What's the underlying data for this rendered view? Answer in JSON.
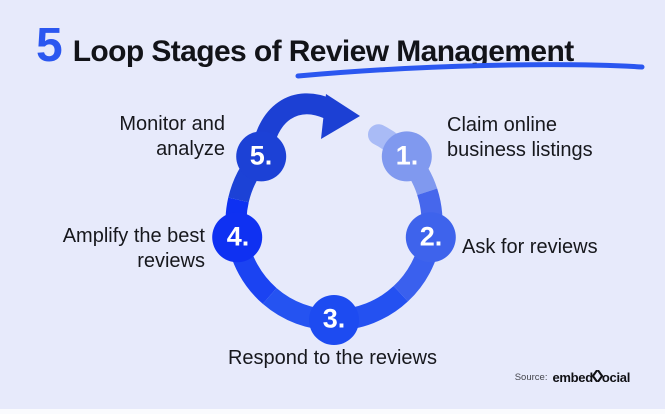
{
  "title": {
    "number": "5",
    "text": "Loop Stages of Review Management"
  },
  "colors": {
    "background": "#E7EAFB",
    "title_accent": "#2B57F0",
    "underline": "#2B57F0",
    "label_text": "#17181D",
    "stage_number_text": "#FFFFFF"
  },
  "loop": {
    "tail_stub_color": "#A9BBF6",
    "arrow_color": "#1C40D4",
    "segments": [
      {
        "name": "tail-stub",
        "color": "#A9BBF6"
      },
      {
        "name": "seg-1-to-2-upper",
        "color": "#8099EF"
      },
      {
        "name": "seg-1-to-2-lower",
        "color": "#4667EC"
      },
      {
        "name": "seg-2-to-3-upper",
        "color": "#3A60EE"
      },
      {
        "name": "seg-2-to-3-lower",
        "color": "#2451F1"
      },
      {
        "name": "seg-3-to-4-lower",
        "color": "#2553F1"
      },
      {
        "name": "seg-3-to-4-upper",
        "color": "#1B43F2"
      },
      {
        "name": "seg-4-to-5-lower",
        "color": "#0E31F2"
      },
      {
        "name": "seg-4-to-5-upper",
        "color": "#1C42D6"
      }
    ]
  },
  "stages": [
    {
      "number": "1.",
      "label": "Claim online\nbusiness listings",
      "color": "#8099EF"
    },
    {
      "number": "2.",
      "label": "Ask for reviews",
      "color": "#3E63EC"
    },
    {
      "number": "3.",
      "label": "Respond to the reviews",
      "color": "#1D4BF1"
    },
    {
      "number": "4.",
      "label": "Amplify the best\nreviews",
      "color": "#0F31F2"
    },
    {
      "number": "5.",
      "label": "Monitor and\nanalyze",
      "color": "#1C41D6"
    }
  ],
  "source": {
    "label": "Source:",
    "brand_prefix": "embed",
    "brand_suffix": "ocial"
  }
}
